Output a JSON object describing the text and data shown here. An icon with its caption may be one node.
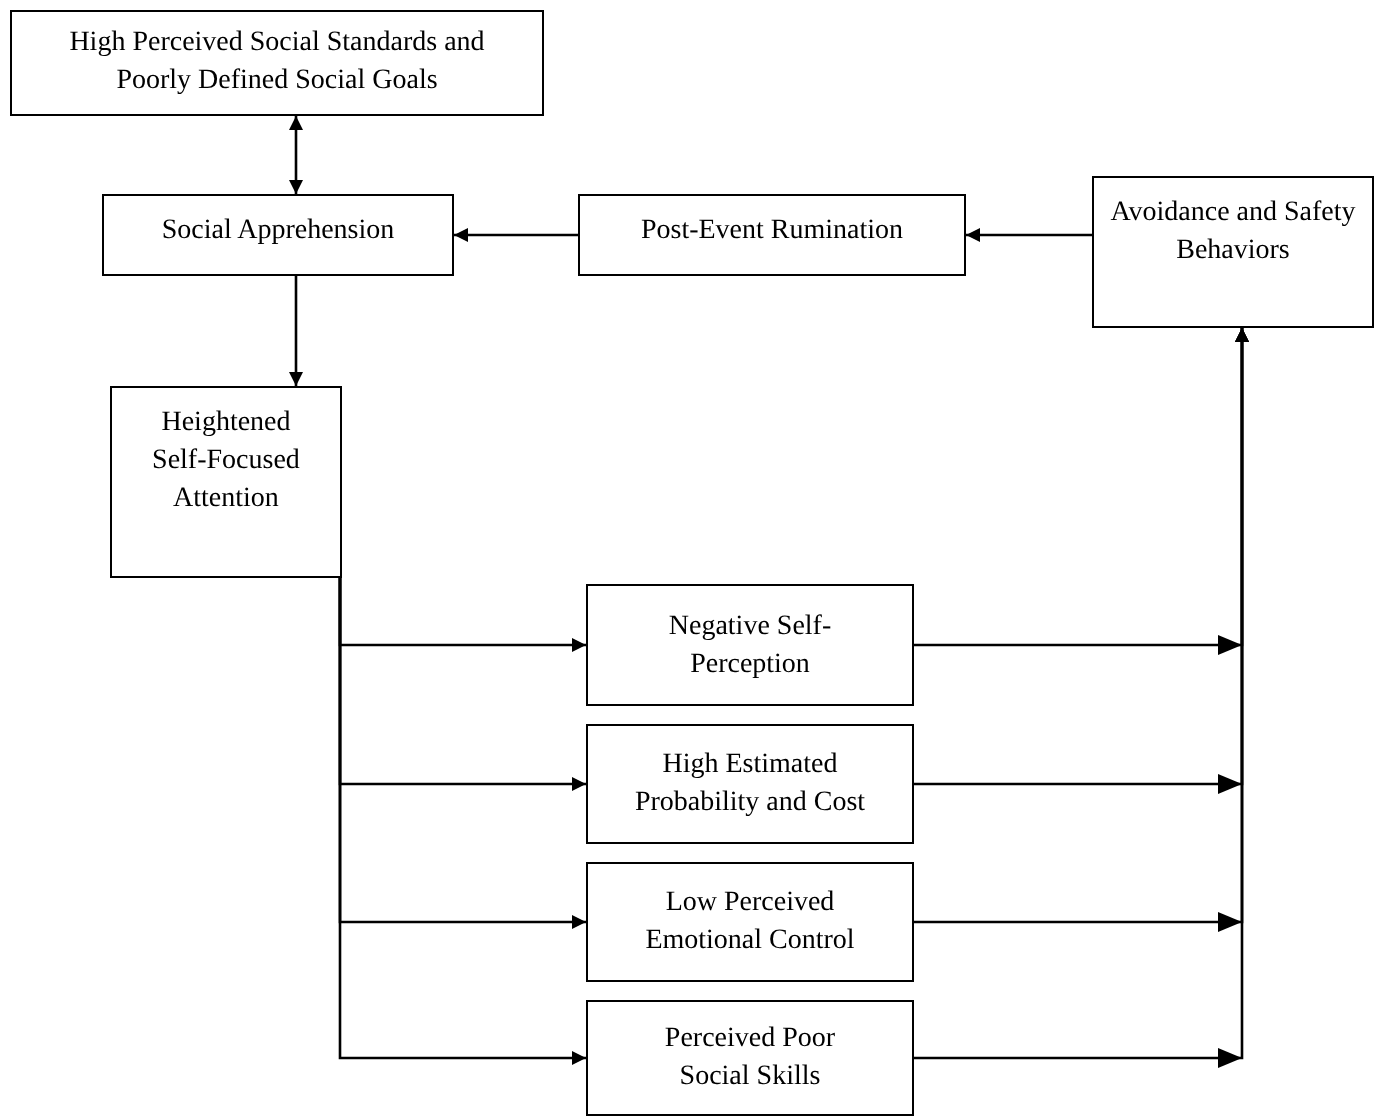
{
  "diagram": {
    "nodes": [
      {
        "text": [
          "High Perceived Social Standards and Poorly Defined Social Goals"
        ]
      },
      {
        "text": [
          "Social Apprehension"
        ]
      },
      {
        "text": [
          "Post-Event Rumination"
        ]
      },
      {
        "text": [
          "Avoidance and Safety Behaviors"
        ]
      },
      {
        "text": [
          "Heightened Self-Focused Attention"
        ]
      },
      {
        "text": [
          "Negative Self-Perception"
        ]
      },
      {
        "text": [
          "High Estimated Probability and Cost"
        ]
      },
      {
        "text": [
          "Low Perceived Emotional Control"
        ]
      },
      {
        "text": [
          "Perceived Poor Social Skills"
        ]
      }
    ],
    "edges": [
      {
        "from": 0,
        "to": 1,
        "arrow": "both"
      },
      {
        "from": 2,
        "to": 1,
        "arrow": "to"
      },
      {
        "from": 3,
        "to": 2,
        "arrow": "to"
      },
      {
        "from": 1,
        "to": 4,
        "arrow": "to"
      },
      {
        "from": 4,
        "to": 5,
        "arrow": "to"
      },
      {
        "from": 4,
        "to": 6,
        "arrow": "to"
      },
      {
        "from": 4,
        "to": 7,
        "arrow": "to"
      },
      {
        "from": 4,
        "to": 8,
        "arrow": "to"
      },
      {
        "from": 5,
        "to": 3,
        "arrow": "to"
      },
      {
        "from": 6,
        "to": 3,
        "arrow": "to"
      },
      {
        "from": 7,
        "to": 3,
        "arrow": "to"
      },
      {
        "from": 8,
        "to": 3,
        "arrow": "to"
      }
    ]
  }
}
